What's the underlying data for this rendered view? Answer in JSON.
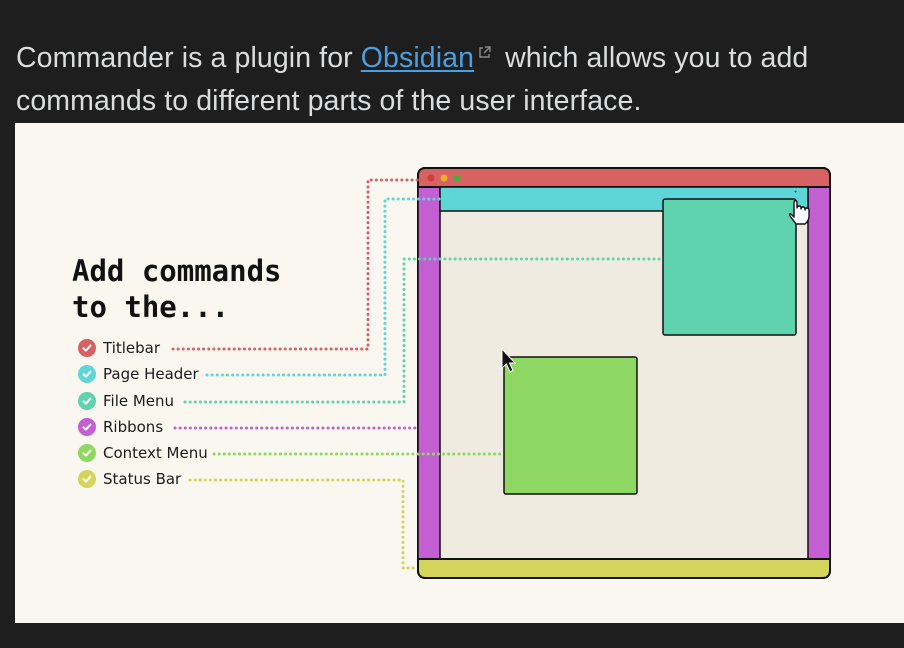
{
  "intro": {
    "text_before": "Commander is a plugin for ",
    "link_text": "Obsidian",
    "text_after": " which allows you to add commands to different parts of the user interface."
  },
  "figure": {
    "headline_line1": "Add commands",
    "headline_line2": "to the...",
    "items": [
      {
        "label": "Titlebar",
        "color": "#d66264"
      },
      {
        "label": "Page Header",
        "color": "#5ed6d8"
      },
      {
        "label": "File Menu",
        "color": "#5fd3ad"
      },
      {
        "label": "Ribbons",
        "color": "#c45fd3"
      },
      {
        "label": "Context Menu",
        "color": "#8fd763"
      },
      {
        "label": "Status Bar",
        "color": "#d4d35c"
      }
    ],
    "icons": [
      "check-icon",
      "mouse-pointer-icon",
      "hand-pointer-icon",
      "external-link-icon"
    ]
  }
}
